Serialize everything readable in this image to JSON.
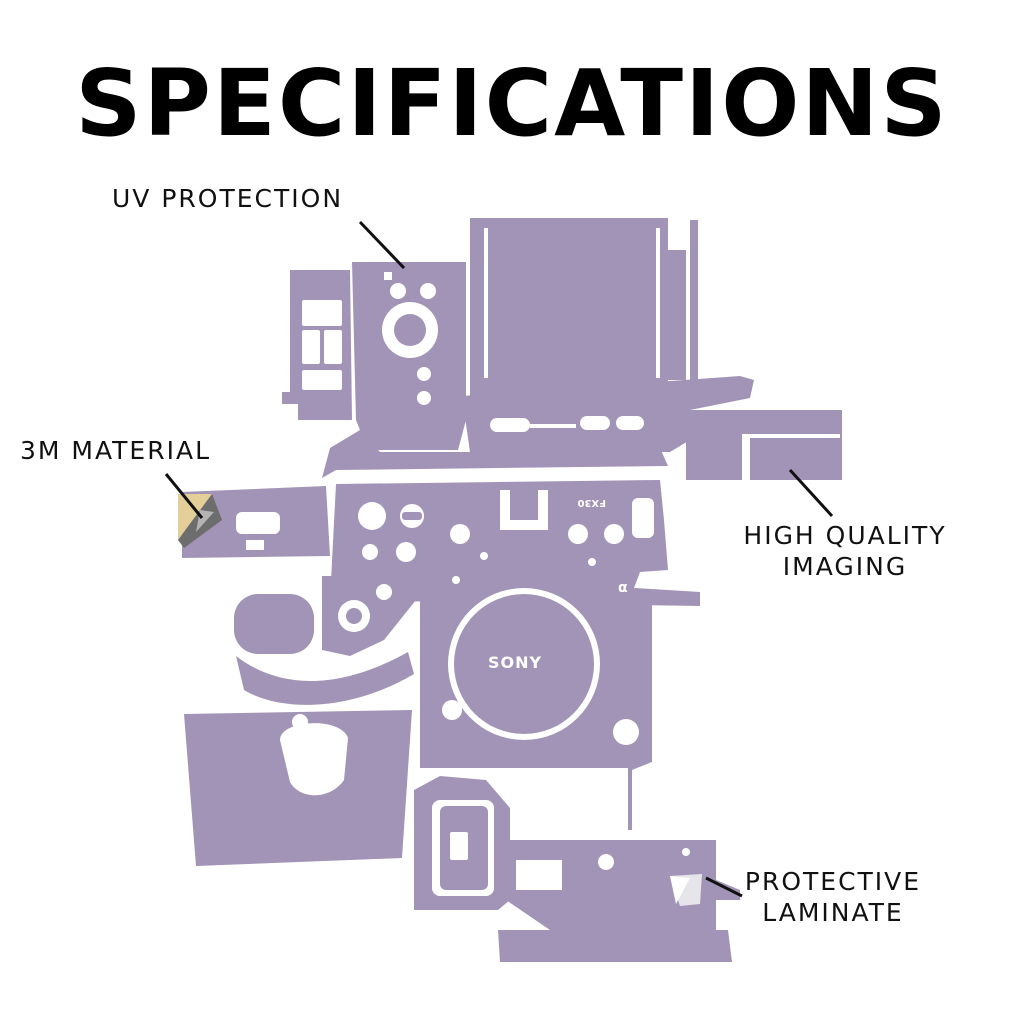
{
  "title": "SPECIFICATIONS",
  "callouts": {
    "uv": "UV PROTECTION",
    "material": "3M MATERIAL",
    "imaging_line1": "HIGH QUALITY",
    "imaging_line2": "IMAGING",
    "laminate_line1": "PROTECTIVE",
    "laminate_line2": "LAMINATE"
  },
  "skin": {
    "brand_logo": "SONY",
    "model_mark": "FX30",
    "alpha_mark": "α"
  },
  "colors": {
    "skin": "#a294b6",
    "text": "#000000",
    "background": "#ffffff",
    "material_backing": "#e5cf98"
  }
}
